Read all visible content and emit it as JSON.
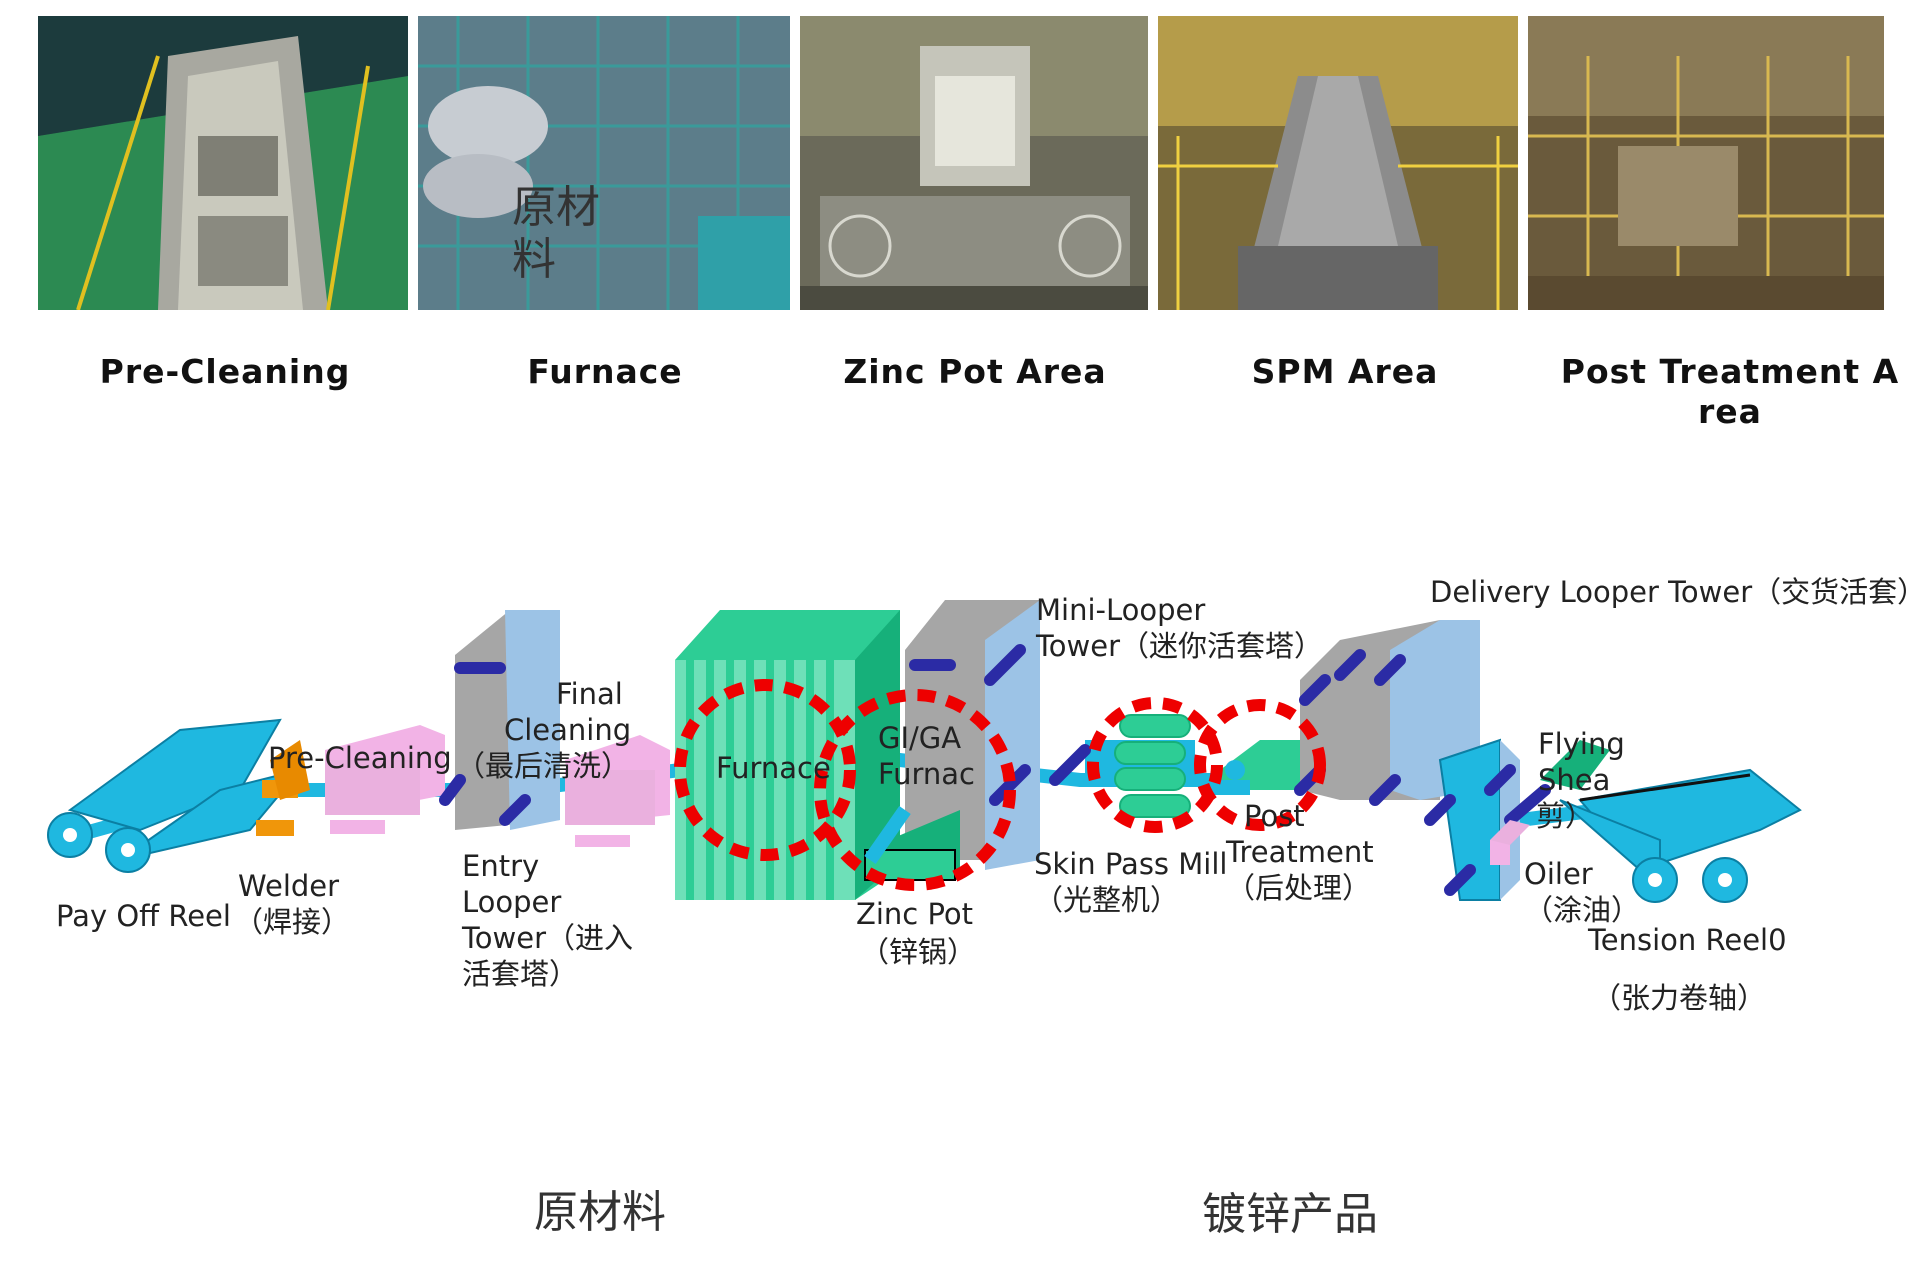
{
  "photos": [
    {
      "id": "pre-cleaning",
      "overlay": ""
    },
    {
      "id": "furnace",
      "overlay": "原材\n料"
    },
    {
      "id": "zinc-pot",
      "overlay": ""
    },
    {
      "id": "spm",
      "overlay": ""
    },
    {
      "id": "post-treatment",
      "overlay": ""
    }
  ],
  "area_labels": {
    "pre_cleaning": "Pre-Cleaning",
    "furnace": "Furnace",
    "zinc_pot": "Zinc Pot Area",
    "spm": "SPM Area",
    "post_treatment_1": "Post Treatment A",
    "post_treatment_2": "rea"
  },
  "process_labels": {
    "pay_off_reel": "Pay Off Reel",
    "welder_1": "Welder",
    "welder_2": "（焊接）",
    "pre_cleaning": "Pre-Cleaning",
    "final_cleaning_1": "Final",
    "final_cleaning_2": "Cleaning",
    "final_cleaning_3": "（最后清洗）",
    "entry_looper_1": "Entry",
    "entry_looper_2": "Looper",
    "entry_looper_3": "Tower（进入",
    "entry_looper_4": "活套塔）",
    "furnace": "Furnace",
    "gi_ga_1": "GI/GA",
    "gi_ga_2": "Furnac",
    "zinc_pot_1": "Zinc Pot",
    "zinc_pot_2": "（锌锅）",
    "mini_looper_1": "Mini-Looper",
    "mini_looper_2": "Tower（迷你活套塔）",
    "skin_pass_1": "Skin Pass Mill",
    "skin_pass_2": "（光整机）",
    "post_treatment_1": "Post",
    "post_treatment_2": "Treatment",
    "post_treatment_3": "（后处理）",
    "delivery_looper": "Delivery Looper Tower（交货活套）",
    "flying_shear_1": "Flying",
    "flying_shear_2": "Shea",
    "flying_shear_3": "剪）",
    "oiler_1": "Oiler",
    "oiler_2": "（涂油）",
    "tension_reel_1": "Tension Reel0",
    "tension_reel_2": "（张力卷轴）"
  },
  "legend": {
    "raw_material": "原材料",
    "galvanized_product": "镀锌产品"
  },
  "colors": {
    "strip": "#1fb8e0",
    "looper_gray": "#a6a6a6",
    "looper_blue": "#9cc3e6",
    "furnace_green": "#2dcd95",
    "pink": "#f2b3e6",
    "orange": "#f0960a",
    "roll": "#2b2ba5",
    "highlight_red": "#ee0000",
    "arrow_gray": "#d0d0d0"
  }
}
